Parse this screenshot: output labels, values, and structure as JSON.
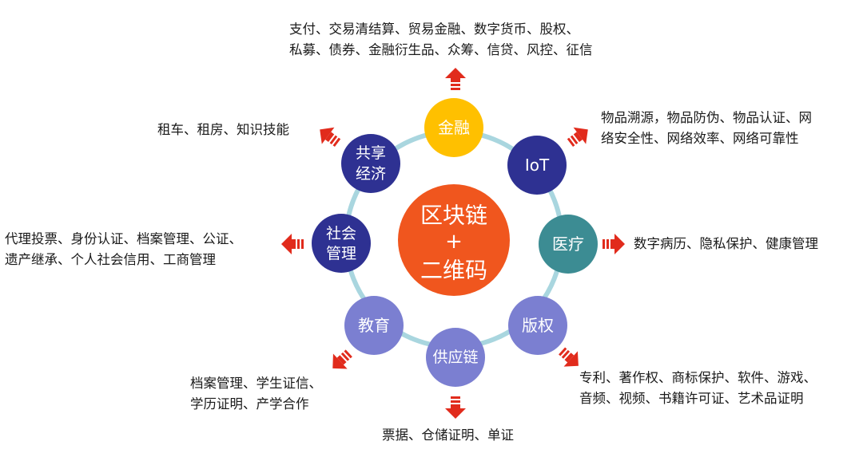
{
  "center": {
    "line1": "区块链",
    "line2": "+",
    "line3": "二维码"
  },
  "nodes": {
    "finance": {
      "lines": [
        "金融"
      ]
    },
    "iot": {
      "lines": [
        "IoT"
      ]
    },
    "medical": {
      "lines": [
        "医疗"
      ]
    },
    "copyright": {
      "lines": [
        "版权"
      ]
    },
    "supply": {
      "lines": [
        "供应链"
      ]
    },
    "education": {
      "lines": [
        "教育"
      ]
    },
    "social": {
      "lines": [
        "社会",
        "管理"
      ]
    },
    "sharing": {
      "lines": [
        "共享",
        "经济"
      ]
    }
  },
  "descriptions": {
    "finance": [
      "支付、交易清结算、贸易金融、数字货币、股权、",
      "私募、债券、金融衍生品、众筹、信贷、风控、征信"
    ],
    "iot": [
      "物品溯源，物品防伪、物品认证、网",
      "络安全性、网络效率、网络可靠性"
    ],
    "medical": [
      "数字病历、隐私保护、健康管理"
    ],
    "copyright": [
      "专利、著作权、商标保护、软件、游戏、",
      "音频、视频、书籍许可证、艺术品证明"
    ],
    "supply": [
      "票据、仓储证明、单证"
    ],
    "education": [
      "档案管理、学生证信、",
      "学历证明、产学合作"
    ],
    "social": [
      "代理投票、身份认证、档案管理、公证、",
      "遗产继承、个人社会信用、工商管理"
    ],
    "sharing": [
      "租车、租房、知识技能"
    ]
  },
  "colors": {
    "ring": "#a9d6df",
    "center": "#f0561e",
    "gold": "#ffc000",
    "navy": "#2e3192",
    "teal": "#3c8c93",
    "lavender": "#7b7fd1",
    "arrow": "#e12b1c"
  }
}
